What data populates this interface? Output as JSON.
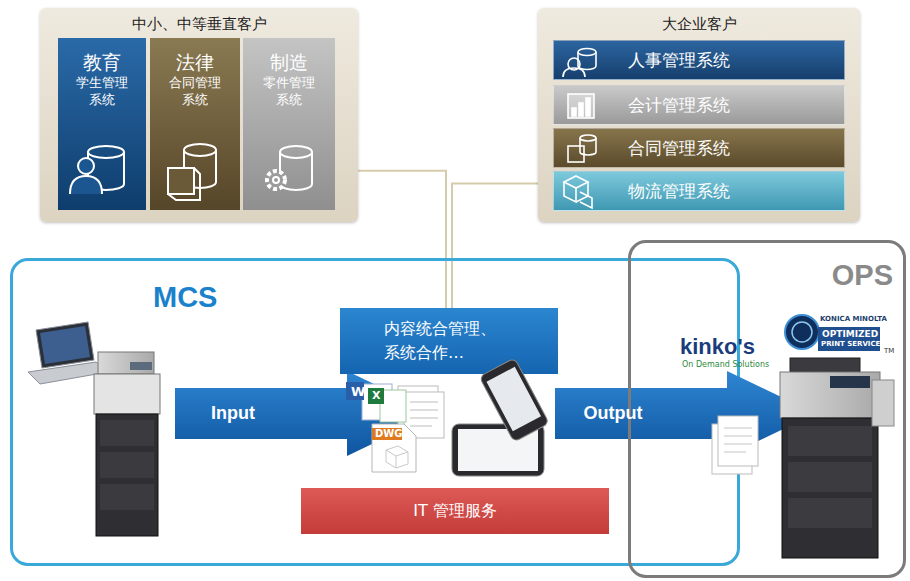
{
  "diagram": {
    "nodes": [
      {
        "text": [
          "中小、中等垂直客户"
        ]
      },
      {
        "text": [
          "教育",
          "学生管理系统"
        ],
        "in": 0
      },
      {
        "text": [
          "法律",
          "合同管理系统"
        ],
        "in": 0
      },
      {
        "text": [
          "制造",
          "零件管理系统"
        ],
        "in": 0
      },
      {
        "text": [
          "大企业客户"
        ]
      },
      {
        "text": [
          "人事管理系统"
        ],
        "in": 4
      },
      {
        "text": [
          "会计管理系统"
        ],
        "in": 4
      },
      {
        "text": [
          "合同管理系统"
        ],
        "in": 4
      },
      {
        "text": [
          "物流管理系统"
        ],
        "in": 4
      },
      {
        "text": [
          "MCS"
        ]
      },
      {
        "text": [
          "Input"
        ],
        "in": 9
      },
      {
        "text": [
          "内容统合管理、 系统合作…"
        ],
        "in": 9
      },
      {
        "text": [
          "IT 管理服务"
        ],
        "in": 9
      },
      {
        "text": [
          "Output"
        ],
        "in": 9
      },
      {
        "text": [
          "OPS"
        ]
      }
    ],
    "edges": [
      {
        "from": 0,
        "to": 11,
        "arrow": "none"
      },
      {
        "from": 4,
        "to": 11,
        "arrow": "none"
      }
    ],
    "labels": [
      "W",
      "X",
      "DWG",
      "kinko's",
      "On Demand Solutions",
      "KONICA MINOLTA",
      "OPTIMIZED",
      "PRINT SERVICES",
      "TM"
    ]
  }
}
